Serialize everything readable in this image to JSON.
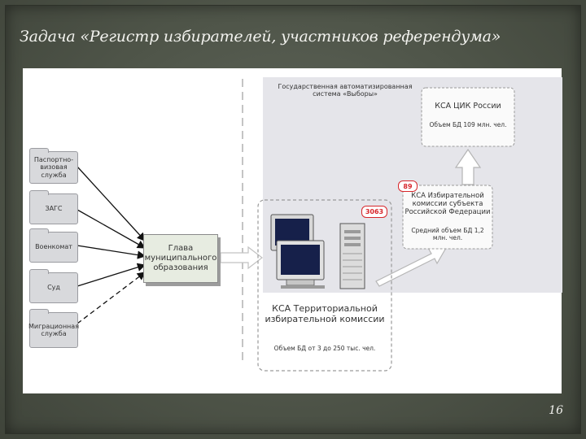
{
  "slide": {
    "title": "Задача «Регистр избирателей, участников референдума»",
    "page_number": "16"
  },
  "diagram": {
    "gas_label": "Государственная автоматизированная система «Выборы»",
    "sources": [
      {
        "label": "Паспортно-визовая служба",
        "line": "solid"
      },
      {
        "label": "ЗАГС",
        "line": "solid"
      },
      {
        "label": "Военкомат",
        "line": "solid"
      },
      {
        "label": "Суд",
        "line": "solid"
      },
      {
        "label": "Миграционная служба",
        "line": "dashed"
      }
    ],
    "head": {
      "label": "Глава муниципального образования"
    },
    "cik": {
      "title": "КСА ЦИК России",
      "db": "Объем БД 109 млн. чел."
    },
    "subject": {
      "badge": "89",
      "title": "КСА Избирательной комиссии субъекта Российской Федерации",
      "db": "Средний объем БД 1,2 млн. чел."
    },
    "territorial": {
      "badge": "3063",
      "title": "КСА Территориальной избирательной комиссии",
      "db": "Объем БД от 3 до 250 тыс. чел."
    }
  }
}
